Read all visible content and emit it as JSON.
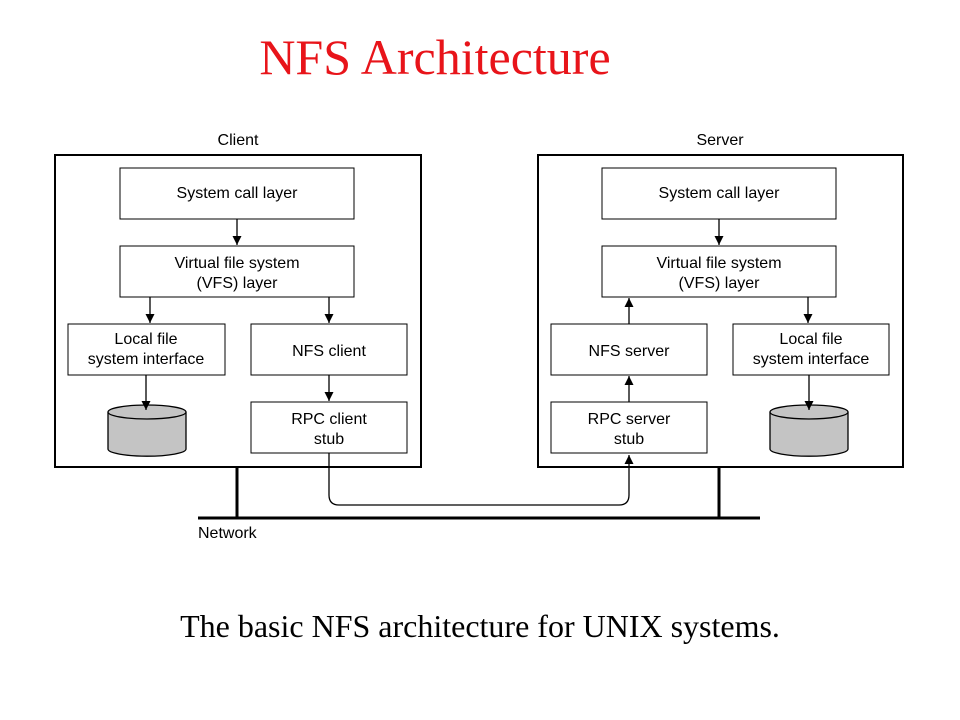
{
  "title": "NFS Architecture",
  "caption": "The basic NFS architecture for UNIX systems.",
  "client": {
    "label": "Client",
    "syscall": "System call layer",
    "vfs": [
      "Virtual file system",
      "(VFS) layer"
    ],
    "local_fs": [
      "Local file",
      "system interface"
    ],
    "nfs": "NFS client",
    "rpc": [
      "RPC client",
      "stub"
    ]
  },
  "server": {
    "label": "Server",
    "syscall": "System call layer",
    "vfs": [
      "Virtual file system",
      "(VFS) layer"
    ],
    "local_fs": [
      "Local file",
      "system interface"
    ],
    "nfs": "NFS server",
    "rpc": [
      "RPC server",
      "stub"
    ]
  },
  "network_label": "Network",
  "colors": {
    "title": "#e8141a",
    "disk": "#c4c4c4"
  }
}
